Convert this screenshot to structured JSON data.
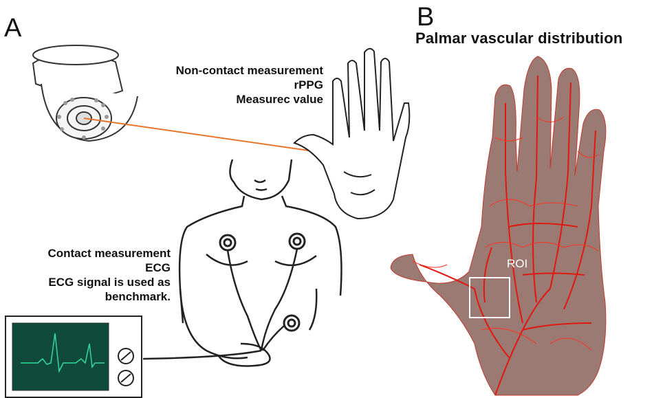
{
  "panel_a": {
    "letter": "A",
    "non_contact": [
      "Non-contact measurement",
      "rPPG",
      "Measurec value"
    ],
    "contact": [
      "Contact measurement",
      "ECG",
      "ECG signal is used as",
      "benchmark."
    ]
  },
  "panel_b": {
    "letter": "B",
    "title": "Palmar vascular distribution",
    "roi_label": "ROI"
  },
  "colors": {
    "arrow": "#e8742a",
    "ecg_screen": "#0f4a3a",
    "ecg_trace": "#35d9a0",
    "vessels": "#e01810",
    "skin": "#9a7a72"
  }
}
